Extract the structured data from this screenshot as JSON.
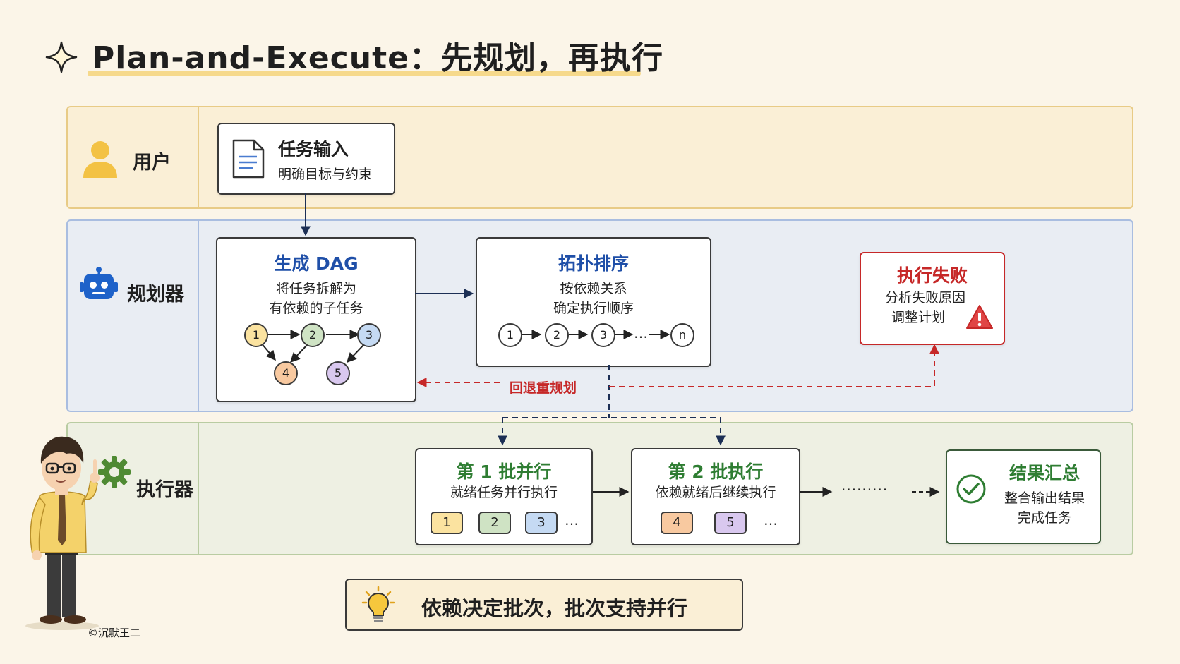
{
  "title": "Plan-and-Execute：先规划，再执行",
  "lanes": {
    "user": {
      "label": "用户"
    },
    "planner": {
      "label": "规划器"
    },
    "executor": {
      "label": "执行器"
    }
  },
  "task_input": {
    "title": "任务输入",
    "desc": "明确目标与约束"
  },
  "gen_dag": {
    "title": "生成 DAG",
    "line1": "将任务拆解为",
    "line2": "有依赖的子任务",
    "nodes": [
      "1",
      "2",
      "3",
      "4",
      "5"
    ]
  },
  "topo": {
    "title": "拓扑排序",
    "line1": "按依赖关系",
    "line2": "确定执行顺序",
    "nodes": [
      "1",
      "2",
      "3",
      "…",
      "n"
    ]
  },
  "fail": {
    "title": "执行失败",
    "line1": "分析失败原因",
    "line2": "调整计划"
  },
  "replan_label": "回退重规划",
  "batch1": {
    "title": "第 1 批并行",
    "desc": "就绪任务并行执行",
    "chips": [
      "1",
      "2",
      "3"
    ],
    "more": "…"
  },
  "batch2": {
    "title": "第 2 批执行",
    "desc": "依赖就绪后继续执行",
    "chips": [
      "4",
      "5"
    ],
    "more": "…"
  },
  "ellipsis_flow": "·········",
  "result": {
    "title": "结果汇总",
    "line1": "整合输出结果",
    "line2": "完成任务"
  },
  "note": "依赖决定批次，批次支持并行",
  "credit": "©沉默王二",
  "colors": {
    "user_lane": "#faefd6",
    "planner_lane": "#e9edf3",
    "executor_lane": "#eef0e3",
    "blue_title": "#1f4fa8",
    "red": "#c62828",
    "green_title": "#2e7d32",
    "node1": "#fbe3a0",
    "node2": "#cfe3c4",
    "node3": "#c5daf3",
    "node4": "#f8c9a0",
    "node5": "#d9c8ef"
  }
}
